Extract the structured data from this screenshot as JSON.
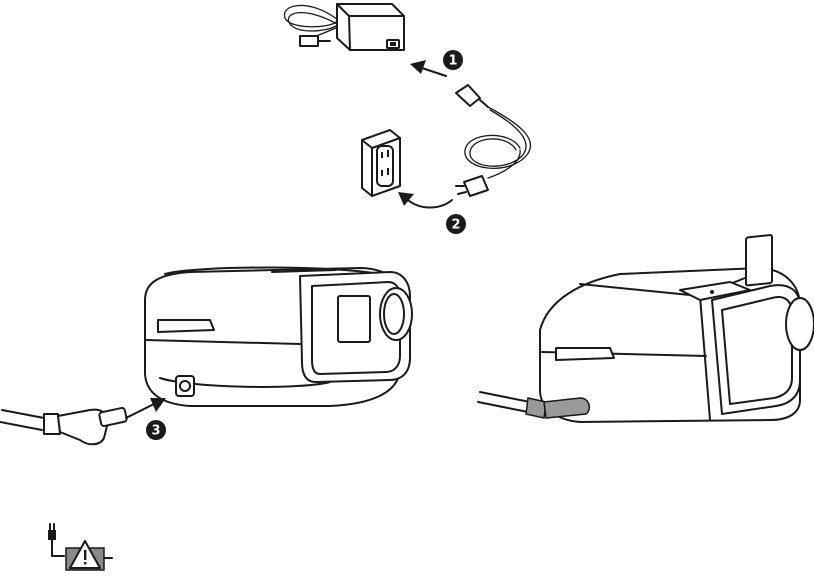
{
  "steps": [
    {
      "number": "1"
    },
    {
      "number": "2"
    },
    {
      "number": "3"
    }
  ],
  "colors": {
    "line": "#1a1a1a",
    "fill": "#ffffff",
    "accent_gray": "#9a9a9a"
  },
  "icons": [
    "power-supply-icon",
    "wall-outlet-icon",
    "power-cord-icon",
    "cpap-device-icon",
    "power-adapter-warning-icon"
  ]
}
